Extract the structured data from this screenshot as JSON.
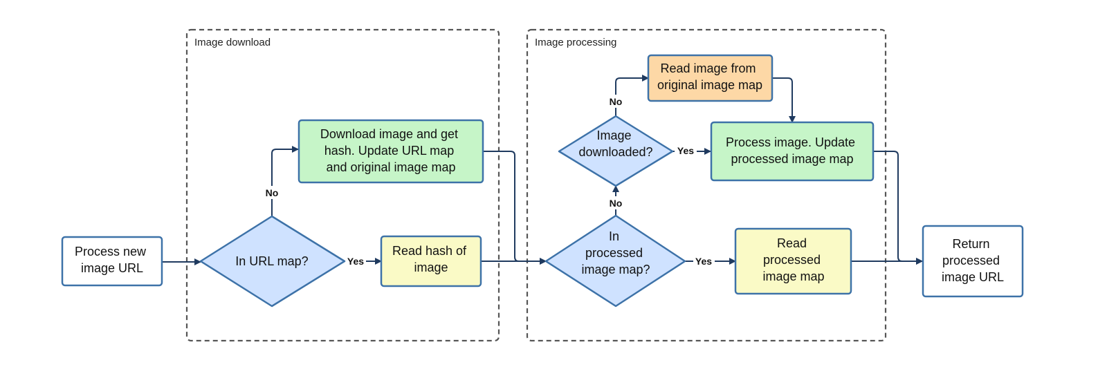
{
  "colors": {
    "terminal": "#ffffff",
    "decision": "#cfe2ff",
    "action_green": "#c6f5c8",
    "action_yellow": "#fafac6",
    "action_orange": "#fdd8a6",
    "node_border": "#3d72a8",
    "edge": "#1f3a5f",
    "group_border": "#555555"
  },
  "groups": {
    "download": {
      "label": "Image download"
    },
    "processing": {
      "label": "Image processing"
    }
  },
  "nodes": {
    "start": {
      "lines": [
        "Process new",
        "image URL"
      ]
    },
    "in_url_map": {
      "lines": [
        "In URL map?"
      ]
    },
    "download_image": {
      "lines": [
        "Download image and get",
        "hash. Update URL map",
        "and original image map"
      ]
    },
    "read_hash": {
      "lines": [
        "Read hash of",
        "image"
      ]
    },
    "in_processed_map": {
      "lines": [
        "In",
        "processed",
        "image map?"
      ]
    },
    "image_downloaded": {
      "lines": [
        "Image",
        "downloaded?"
      ]
    },
    "read_original": {
      "lines": [
        "Read image from",
        "original image map"
      ]
    },
    "process_image": {
      "lines": [
        "Process image. Update",
        "processed image map"
      ]
    },
    "read_processed": {
      "lines": [
        "Read",
        "processed",
        "image map"
      ]
    },
    "end": {
      "lines": [
        "Return",
        "processed",
        "image URL"
      ]
    }
  },
  "edge_labels": {
    "url_no": "No",
    "url_yes": "Yes",
    "processed_no": "No",
    "processed_yes": "Yes",
    "downloaded_no": "No",
    "downloaded_yes": "Yes"
  }
}
